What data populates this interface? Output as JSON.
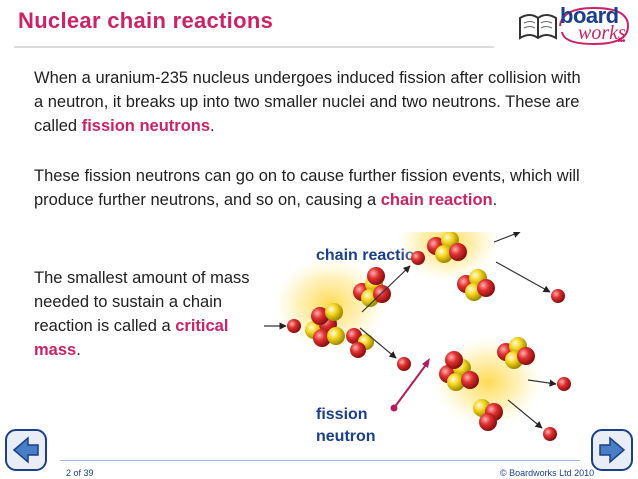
{
  "header": {
    "title": "Nuclear chain reactions",
    "logo_word1": "board",
    "logo_word2": "works",
    "logo_dots": "•••"
  },
  "content": {
    "para1_text": "When a uranium-235 nucleus undergoes induced fission after collision with a neutron, it breaks up into two smaller nuclei and two neutrons. These are called ",
    "para1_highlight": "fission neutrons",
    "para1_end": ".",
    "para2_text": "These fission neutrons can go on to cause further fission events, which will produce further neutrons, and so on, causing a ",
    "para2_highlight": "chain reaction",
    "para2_end": ".",
    "para3_text": "The smallest amount of mass needed to sustain a chain reaction is called a ",
    "para3_highlight": "critical mass",
    "para3_end": "."
  },
  "diagram": {
    "label_chain": "chain reaction",
    "label_fission_line1": "fission",
    "label_fission_line2": "neutron"
  },
  "footer": {
    "page": "2 of 39",
    "copyright": "© Boardworks Ltd 2010"
  },
  "colors": {
    "title": "#cc2266",
    "accent_blue": "#1a3f8c",
    "neutron_red": "#d42a2a",
    "proton_yellow": "#f2d21a"
  }
}
